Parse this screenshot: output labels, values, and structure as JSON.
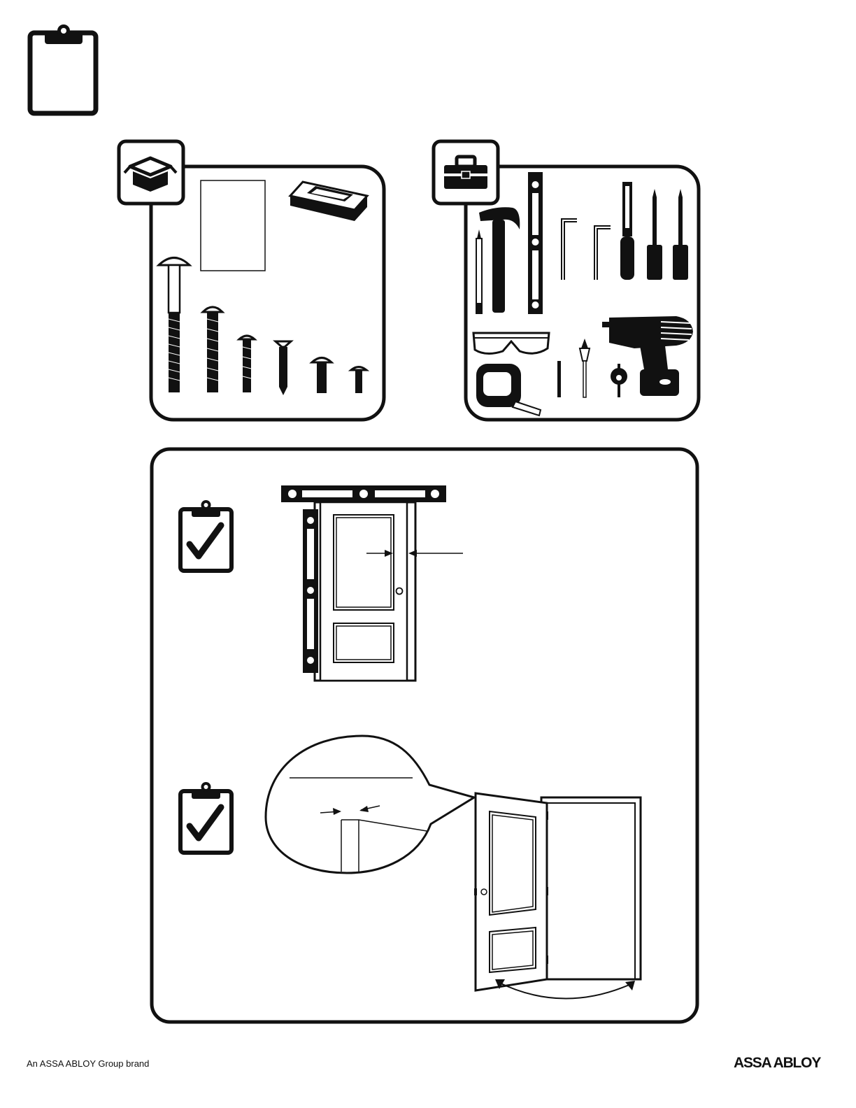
{
  "footer": {
    "brand_line": "An ASSA ABLOY Group brand",
    "logo_text": "ASSA ABLOY"
  },
  "colors": {
    "ink": "#111111",
    "paper": "#ffffff"
  },
  "icons": {
    "header": "clipboard-icon",
    "parts_panel": "open-box-icon",
    "tools_panel": "toolbox-icon",
    "check_items": [
      "clipboard-check-icon",
      "clipboard-check-icon"
    ]
  },
  "parts_panel": {
    "items": [
      "instruction-sheet",
      "strike-box",
      "through-bolt",
      "long-screw",
      "machine-screw",
      "wood-screw",
      "flat-head-screw",
      "short-screw"
    ]
  },
  "tools_panel": {
    "items": [
      "pencil",
      "hammer",
      "level",
      "hex-key-large",
      "hex-key-small",
      "chisel",
      "flat-screwdriver",
      "phillips-screwdriver",
      "safety-glasses",
      "tape-measure",
      "drill-bit",
      "spade-bit",
      "hole-saw",
      "power-drill"
    ]
  }
}
